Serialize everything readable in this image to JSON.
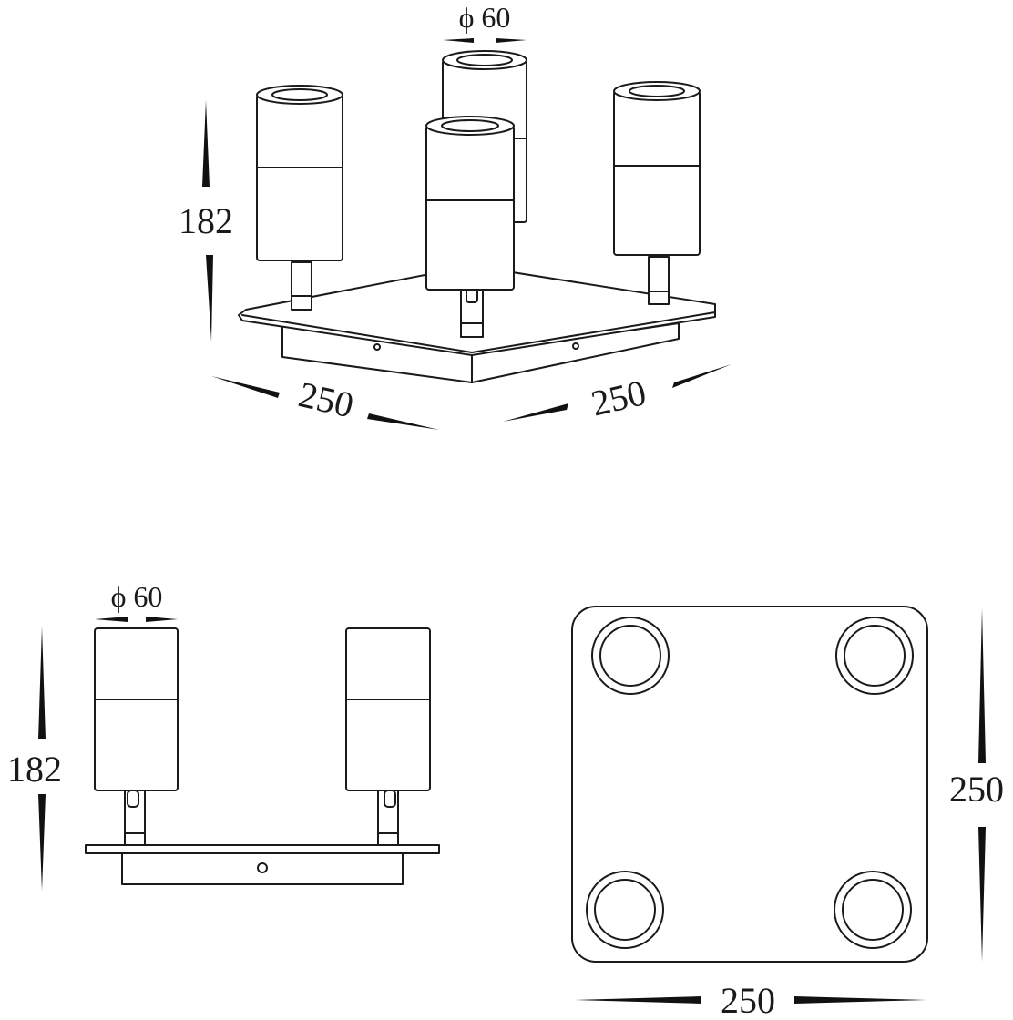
{
  "views": {
    "perspective": {
      "diameter": "ϕ 60",
      "height": "182",
      "depth_left": "250",
      "width_right": "250"
    },
    "front": {
      "diameter": "ϕ 60",
      "height": "182"
    },
    "top": {
      "height": "250",
      "width": "250"
    }
  }
}
